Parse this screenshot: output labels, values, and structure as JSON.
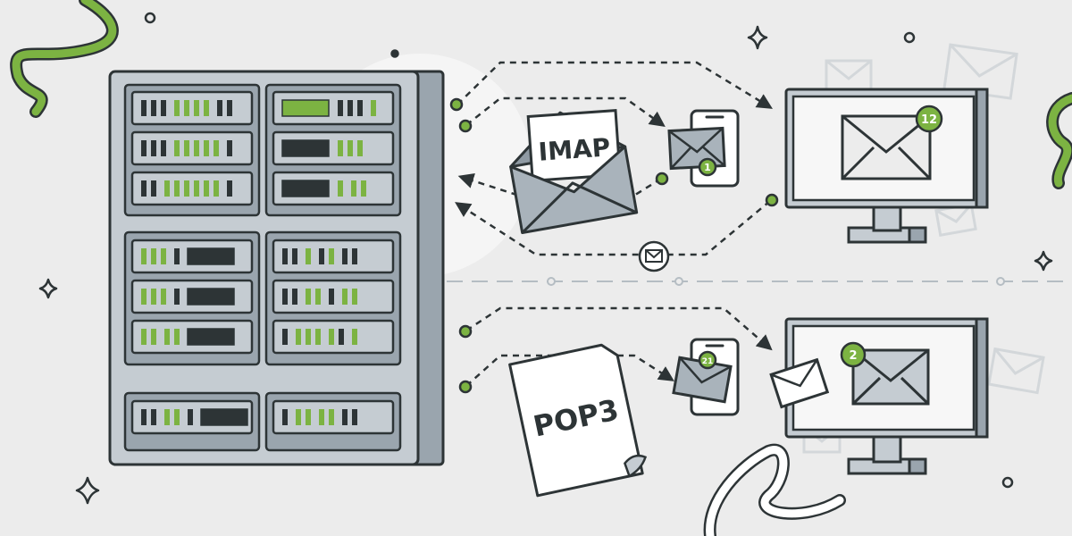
{
  "colors": {
    "background": "#ececec",
    "accent_green": "#7cb342",
    "outline": "#2d3436",
    "server_body": "#c5ccd2",
    "server_shadow": "#9aa5ae",
    "screen_white": "#f7f7f7",
    "envelope_gray": "#a9b3bb"
  },
  "imap_group": {
    "protocol_label": "IMAP",
    "phone_badge": "1",
    "monitor_badge": "12",
    "relay_icon": "envelope-icon"
  },
  "pop3_group": {
    "protocol_label": "POP3",
    "phone_badge": "21",
    "monitor_badge": "2"
  },
  "icons": [
    "server-rack-icon",
    "smartphone-icon",
    "monitor-icon",
    "envelope-icon",
    "document-icon",
    "sparkle-icon",
    "circle-icon",
    "squiggle-decoration"
  ]
}
